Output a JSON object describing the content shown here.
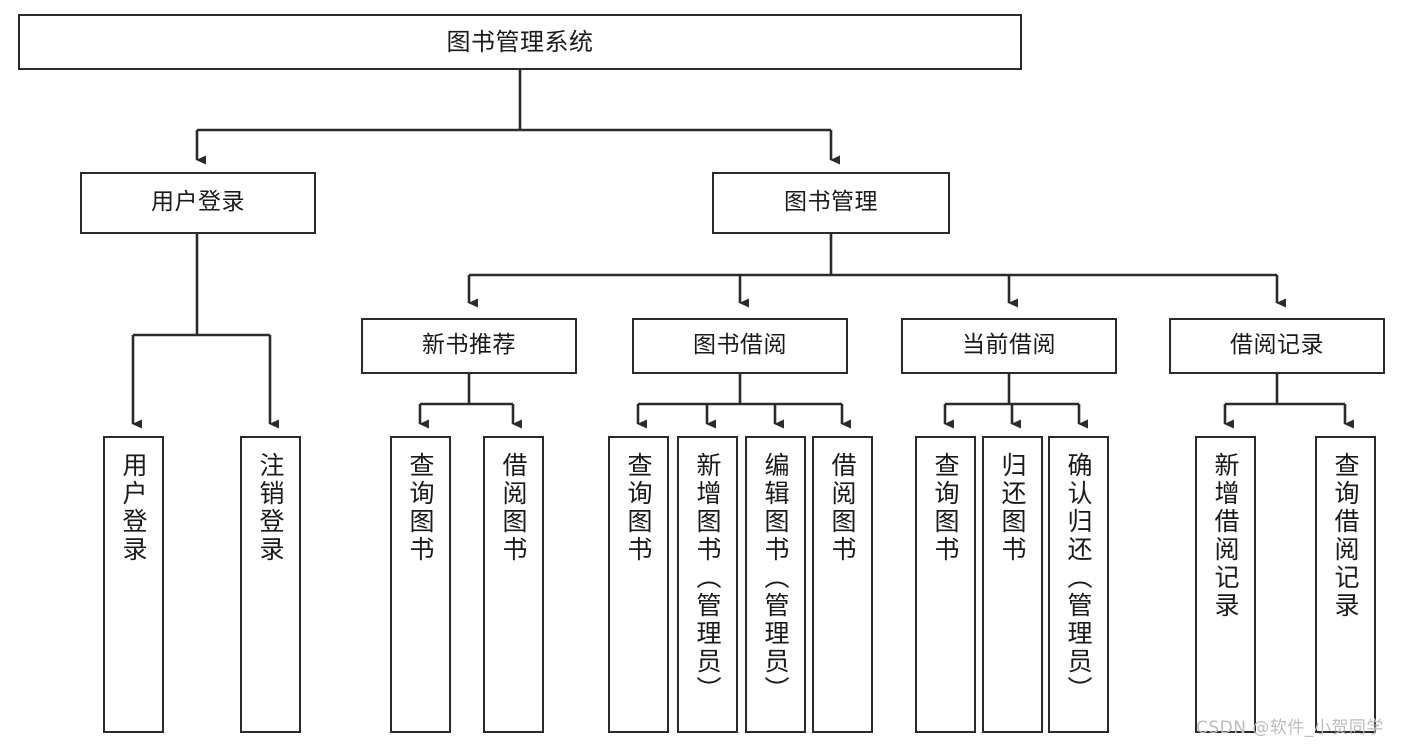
{
  "diagram": {
    "title": "图书管理系统",
    "type": "tree-hierarchy",
    "colors": {
      "stroke": "#2b2b2b",
      "fill": "#ffffff",
      "text": "#1a1a1a",
      "watermark": "#bdbdbd"
    },
    "levels": {
      "root": {
        "label": "图书管理系统"
      },
      "level1": [
        {
          "label": "用户登录"
        },
        {
          "label": "图书管理"
        }
      ],
      "level2": [
        {
          "label": "新书推荐"
        },
        {
          "label": "图书借阅"
        },
        {
          "label": "当前借阅"
        },
        {
          "label": "借阅记录"
        }
      ],
      "leaves": {
        "user_login": [
          {
            "label": "用户登录"
          },
          {
            "label": "注销登录"
          }
        ],
        "new_book_recommend": [
          {
            "label": "查询图书"
          },
          {
            "label": "借阅图书"
          }
        ],
        "book_borrow": [
          {
            "label": "查询图书"
          },
          {
            "label": "新增图书（管理员）"
          },
          {
            "label": "编辑图书（管理员）"
          },
          {
            "label": "借阅图书"
          }
        ],
        "current_borrow": [
          {
            "label": "查询图书"
          },
          {
            "label": "归还图书"
          },
          {
            "label": "确认归还（管理员）"
          }
        ],
        "borrow_record": [
          {
            "label": "新增借阅记录"
          },
          {
            "label": "查询借阅记录"
          }
        ]
      }
    }
  },
  "watermark": {
    "text": "CSDN @软件_小贺同学"
  }
}
